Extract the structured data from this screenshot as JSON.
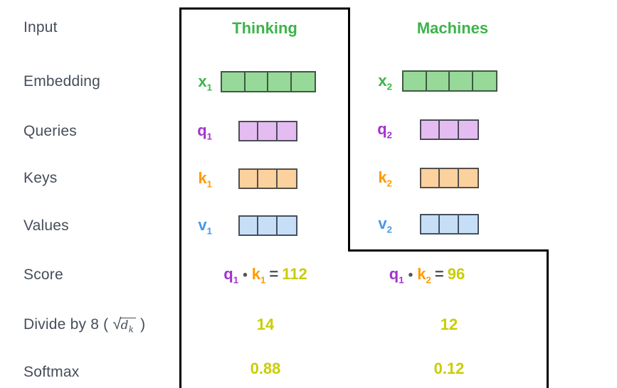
{
  "row_labels": {
    "input": "Input",
    "embedding": "Embedding",
    "queries": "Queries",
    "keys": "Keys",
    "values": "Values",
    "score": "Score",
    "divide_prefix": "Divide by 8 ( ",
    "divide_sqrt_symbol": "√",
    "divide_radicand": "d",
    "divide_radicand_sub": "k",
    "divide_suffix": " )",
    "softmax": "Softmax"
  },
  "columns": [
    {
      "header": "Thinking",
      "embedding": {
        "base": "x",
        "sub": "1",
        "cells": 4
      },
      "query": {
        "base": "q",
        "sub": "1",
        "cells": 3
      },
      "key": {
        "base": "k",
        "sub": "1",
        "cells": 3
      },
      "value": {
        "base": "v",
        "sub": "1",
        "cells": 3
      },
      "score": {
        "q_base": "q",
        "q_sub": "1",
        "dot": "•",
        "k_base": "k",
        "k_sub": "1",
        "equals": "=",
        "result": "112"
      },
      "divided": "14",
      "softmax": "0.88"
    },
    {
      "header": "Machines",
      "embedding": {
        "base": "x",
        "sub": "2",
        "cells": 4
      },
      "query": {
        "base": "q",
        "sub": "2",
        "cells": 3
      },
      "key": {
        "base": "k",
        "sub": "2",
        "cells": 3
      },
      "value": {
        "base": "v",
        "sub": "2",
        "cells": 3
      },
      "score": {
        "q_base": "q",
        "q_sub": "1",
        "dot": "•",
        "k_base": "k",
        "k_sub": "2",
        "equals": "=",
        "result": "96"
      },
      "divided": "12",
      "softmax": "0.12"
    }
  ],
  "colors": {
    "header_green": "#3cb44a",
    "embedding_fill": "#97d998",
    "query_purple": "#a233cb",
    "query_fill": "#e5bcf2",
    "key_orange": "#ff9a00",
    "key_fill": "#fbd19e",
    "value_blue": "#4a96e8",
    "value_fill": "#c6dff7",
    "result_yellow": "#c9cd05",
    "label_gray": "#454e59",
    "border_black": "#000000"
  }
}
